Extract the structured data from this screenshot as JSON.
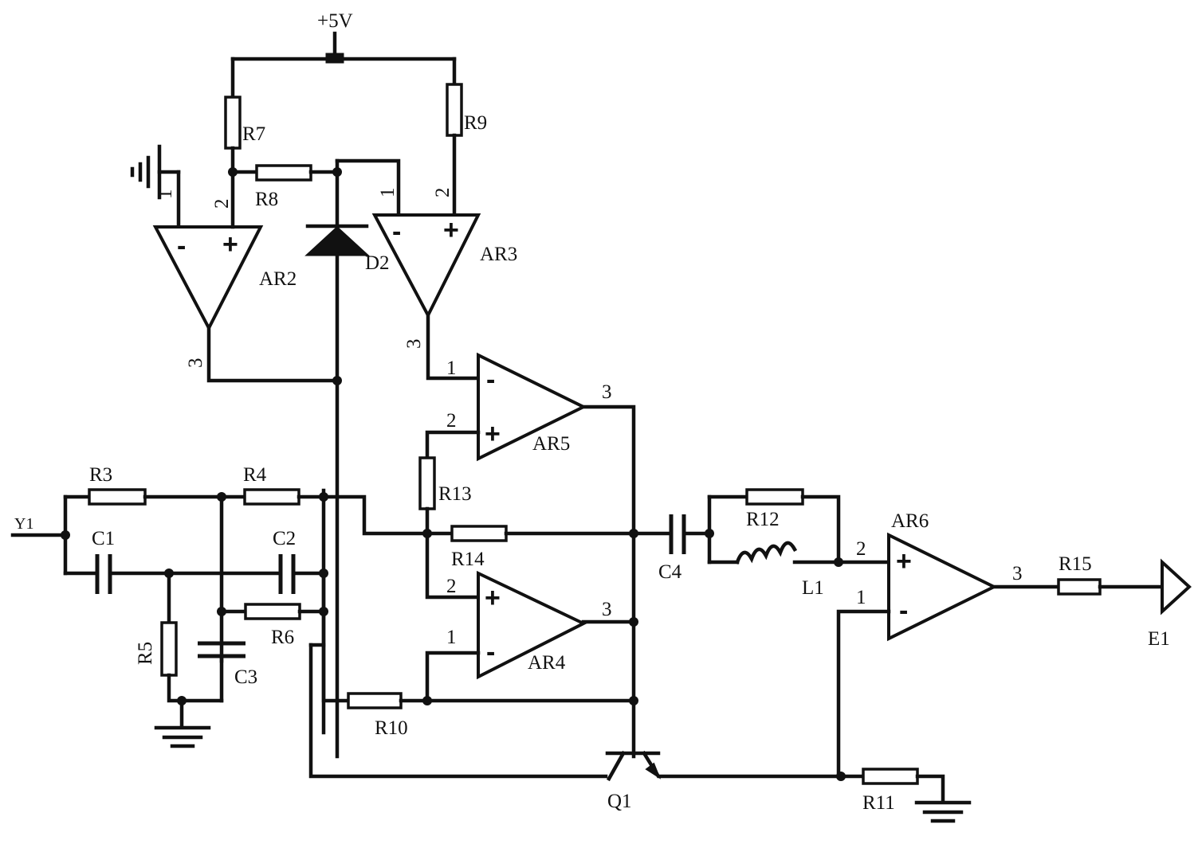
{
  "supply": {
    "label": "+5V"
  },
  "input": {
    "label": "Y1"
  },
  "output": {
    "label": "E1"
  },
  "opamps": {
    "ar2": {
      "ref": "AR2",
      "pin_inv": "2",
      "pin_noninv": "1",
      "pin_out": "3",
      "minus": "-",
      "plus": "+"
    },
    "ar3": {
      "ref": "AR3",
      "pin_inv": "1",
      "pin_noninv": "2",
      "pin_out": "3",
      "minus": "-",
      "plus": "+"
    },
    "ar5": {
      "ref": "AR5",
      "pin_inv": "1",
      "pin_noninv": "2",
      "pin_out": "3",
      "minus": "-",
      "plus": "+"
    },
    "ar4": {
      "ref": "AR4",
      "pin_inv": "1",
      "pin_noninv": "2",
      "pin_out": "3",
      "minus": "-",
      "plus": "+"
    },
    "ar6": {
      "ref": "AR6",
      "pin_inv": "1",
      "pin_noninv": "2",
      "pin_out": "3",
      "minus": "-",
      "plus": "+"
    }
  },
  "resistors": {
    "r3": "R3",
    "r4": "R4",
    "r5": "R5",
    "r6": "R6",
    "r7": "R7",
    "r8": "R8",
    "r9": "R9",
    "r10": "R10",
    "r11": "R11",
    "r12": "R12",
    "r13": "R13",
    "r14": "R14",
    "r15": "R15"
  },
  "capacitors": {
    "c1": "C1",
    "c2": "C2",
    "c3": "C3",
    "c4": "C4"
  },
  "inductors": {
    "l1": "L1"
  },
  "diodes": {
    "d2": "D2"
  },
  "transistors": {
    "q1": "Q1"
  }
}
